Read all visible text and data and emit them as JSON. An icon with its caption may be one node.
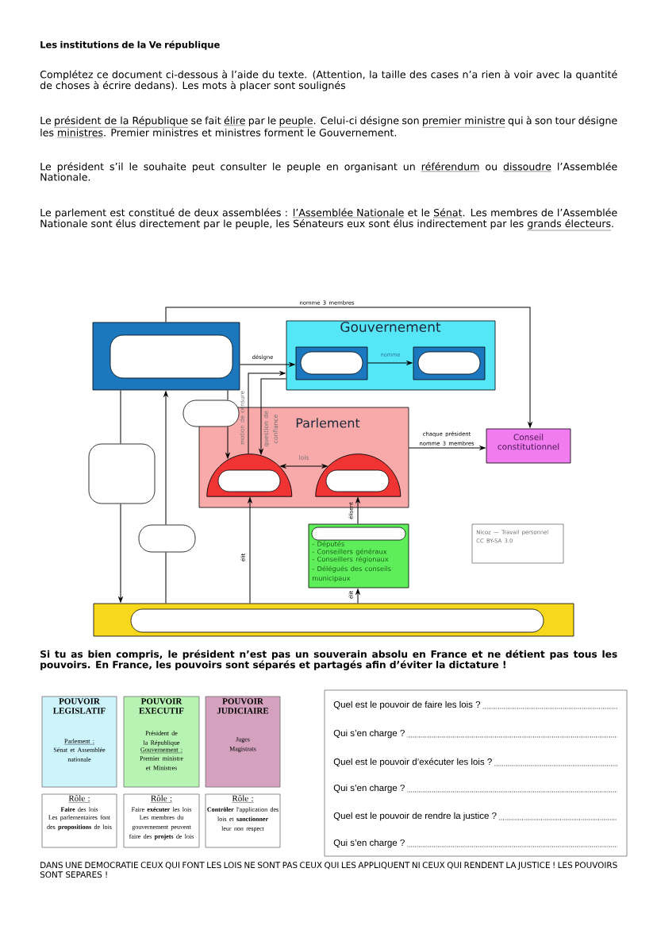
{
  "diagram": {
    "title": "Les institutions de la Ve république",
    "nodes": [
      {
        "text": [],
        "shape": "box"
      },
      {
        "text": [],
        "shape": "pill",
        "in": 0
      },
      {
        "text": [
          "Gouvernement"
        ]
      },
      {
        "text": [],
        "shape": "box",
        "in": 2
      },
      {
        "text": [],
        "shape": "pill",
        "in": 3
      },
      {
        "text": [],
        "shape": "box",
        "in": 2
      },
      {
        "text": [],
        "shape": "pill",
        "in": 5
      },
      {
        "text": [
          "Parlement"
        ]
      },
      {
        "text": [],
        "shape": "semicircle",
        "in": 7
      },
      {
        "text": [],
        "shape": "pill",
        "in": 8
      },
      {
        "text": [],
        "shape": "semicircle",
        "in": 7
      },
      {
        "text": [],
        "shape": "pill",
        "in": 10
      },
      {
        "text": [
          "Conseil constitutionnel"
        ]
      },
      {
        "text": [],
        "shape": "pill"
      },
      {
        "text": [],
        "shape": "pill"
      },
      {
        "text": [],
        "shape": "pill"
      },
      {
        "text": [
          "- Députés",
          "- Conseillers généraux",
          "- Conseillers régionaux",
          "- Délégués des conseils municipaux"
        ]
      },
      {
        "text": [],
        "shape": "pill",
        "in": 16
      },
      {
        "text": [],
        "shape": "box"
      },
      {
        "text": [],
        "shape": "pill",
        "in": 18
      },
      {
        "text": [
          "Nicoz — Travail personnel",
          "CC BY-SA 3.0"
        ]
      },
      {
        "text": [
          "POUVOIR LEGISLATIF",
          "Parlement :",
          "Sénat et Assemblée nationale"
        ]
      },
      {
        "text": [
          "POUVOIR EXECUTIF",
          "Président de la République",
          "Gouvernement :",
          "Premier ministre et Ministres"
        ]
      },
      {
        "text": [
          "POUVOIR JUDICIAIRE",
          "Juges Magistrats"
        ]
      },
      {
        "text": [
          "Rôle :",
          "**Faire** des lois",
          "Les parlementaires font des **propositions** de lois"
        ]
      },
      {
        "text": [
          "Rôle :",
          "Faire **exécuter** les lois",
          "Les membres du gouvernement peuvent faire des **projets** de lois"
        ]
      },
      {
        "text": [
          "Rôle :",
          "**Contrôler** l'application des lois et **sanctionner** leur non respect"
        ]
      },
      {
        "text": [
          "Quel est le pouvoir de faire les lois ?",
          "Qui s’en charge ?",
          "Quel est le pouvoir d’exécuter les lois ?",
          "Qui s’en charge ?",
          "Quel est le pouvoir de rendre la justice ?",
          "Qui s’en charge ?"
        ]
      }
    ],
    "edges": [
      {
        "from": 0,
        "to": 12,
        "arrow": "to",
        "label": "nomme 3 membres"
      },
      {
        "from": 0,
        "to": 3,
        "arrow": "to",
        "label": "désigne"
      },
      {
        "from": 3,
        "to": 5,
        "arrow": "to",
        "label": "nomme"
      },
      {
        "from": 8,
        "to": 2,
        "arrow": "to",
        "label": "motion de censure"
      },
      {
        "from": 2,
        "to": 8,
        "arrow": "to",
        "label": "question de confiance"
      },
      {
        "from": 0,
        "to": 13,
        "arrow": "none"
      },
      {
        "from": 13,
        "to": 8,
        "arrow": "to"
      },
      {
        "from": 7,
        "to": 12,
        "arrow": "to",
        "label": "chaque président nomme 3 membres"
      },
      {
        "from": 8,
        "to": 10,
        "arrow": "both",
        "label": "lois"
      },
      {
        "from": 0,
        "to": 14,
        "arrow": "none"
      },
      {
        "from": 14,
        "to": 18,
        "arrow": "to"
      },
      {
        "from": 18,
        "to": 15,
        "arrow": "none"
      },
      {
        "from": 15,
        "to": 0,
        "arrow": "to"
      },
      {
        "from": 18,
        "to": 8,
        "arrow": "to",
        "label": "élit"
      },
      {
        "from": 18,
        "to": 16,
        "arrow": "to",
        "label": "élit"
      },
      {
        "from": 16,
        "to": 10,
        "arrow": "to",
        "label": "élisent"
      }
    ],
    "labels": [
      "Complétez ce document ci-dessous à l’aide du texte. (Attention, la taille des cases n’a rien à voir avec la quantité de choses à écrire dedans). Les mots à placer sont soulignés",
      "Le *président de la République* se fait *élire* par le *peuple*. Celui-ci désigne son *premier ministre* qui à son tour désigne les *ministres*. Premier ministres et ministres forment le Gouvernement.",
      "Le président s’il le souhaite peut consulter le peuple en organisant un *référendum* ou *dissoudre* l’Assemblée Nationale.",
      "Le parlement est constitué de deux assemblées : *l’Assemblée Nationale* et le *Sénat*. Les membres de l’Assemblée Nationale sont élus directement par le peuple, les Sénateurs eux sont élus indirectement par les *grands électeurs*.",
      "Si tu as bien compris, le président n’est pas un souverain absolu en France et ne détient pas tous les pouvoirs. En France, les pouvoirs sont séparés et partagés afin d’éviter la dictature !",
      "DANS UNE DEMOCRATIE CEUX QUI FONT LES LOIS NE SONT PAS CEUX QUI LES APPLIQUENT NI CEUX QUI RENDENT LA JUSTICE ! LES POUVOIRS SONT SEPARES !"
    ]
  }
}
